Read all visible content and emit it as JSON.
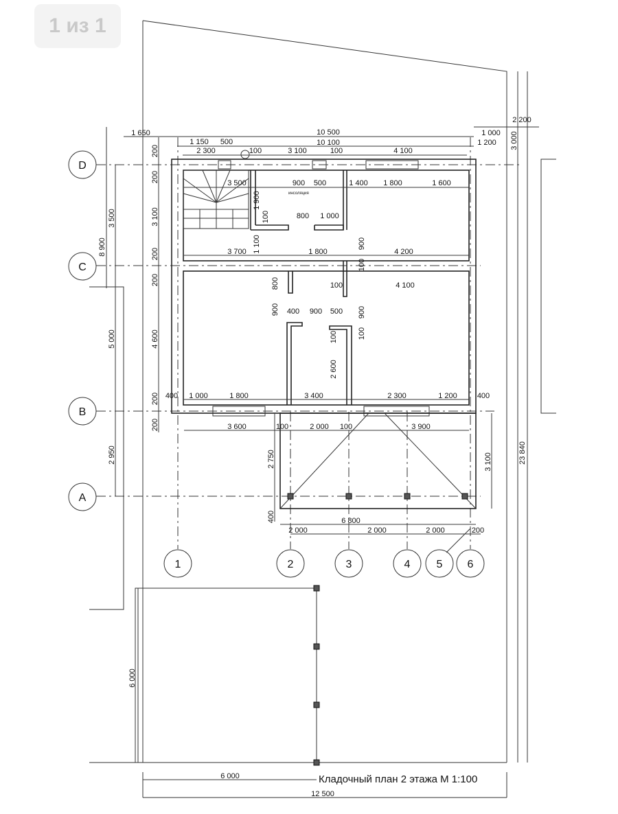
{
  "viewer": {
    "page_indicator": "1 из 1"
  },
  "plan": {
    "title": "Кладочный план 2 этажа М 1:100",
    "small_label": "инсоляция",
    "axes_rows": [
      "D",
      "C",
      "B",
      "A"
    ],
    "axes_cols": [
      "1",
      "2",
      "3",
      "4",
      "5",
      "6"
    ],
    "dimensions": [
      "1 650",
      "10 500",
      "1 150",
      "500",
      "10 100",
      "2 300",
      "100",
      "3 100",
      "100",
      "4 100",
      "1 000",
      "1 200",
      "2 200",
      "3 000",
      "3 500",
      "900",
      "500",
      "1 400",
      "1 800",
      "1 600",
      "1 900",
      "100",
      "800",
      "1 000",
      "1 100",
      "3 700",
      "1 800",
      "900",
      "4 200",
      "100",
      "200",
      "200",
      "3 100",
      "200",
      "3 500",
      "8 900",
      "200",
      "4 600",
      "5 000",
      "200",
      "200",
      "2 950",
      "800",
      "900",
      "400",
      "900",
      "500",
      "100",
      "4 100",
      "900",
      "100",
      "100",
      "2 600",
      "400",
      "1 000",
      "1 800",
      "3 400",
      "2 300",
      "1 200",
      "400",
      "3 600",
      "100",
      "2 000",
      "100",
      "3 900",
      "2 750",
      "3 100",
      "400",
      "6 800",
      "2 000",
      "2 000",
      "2 000",
      "200",
      "6 000",
      "6 000",
      "12 500",
      "23 840"
    ]
  }
}
